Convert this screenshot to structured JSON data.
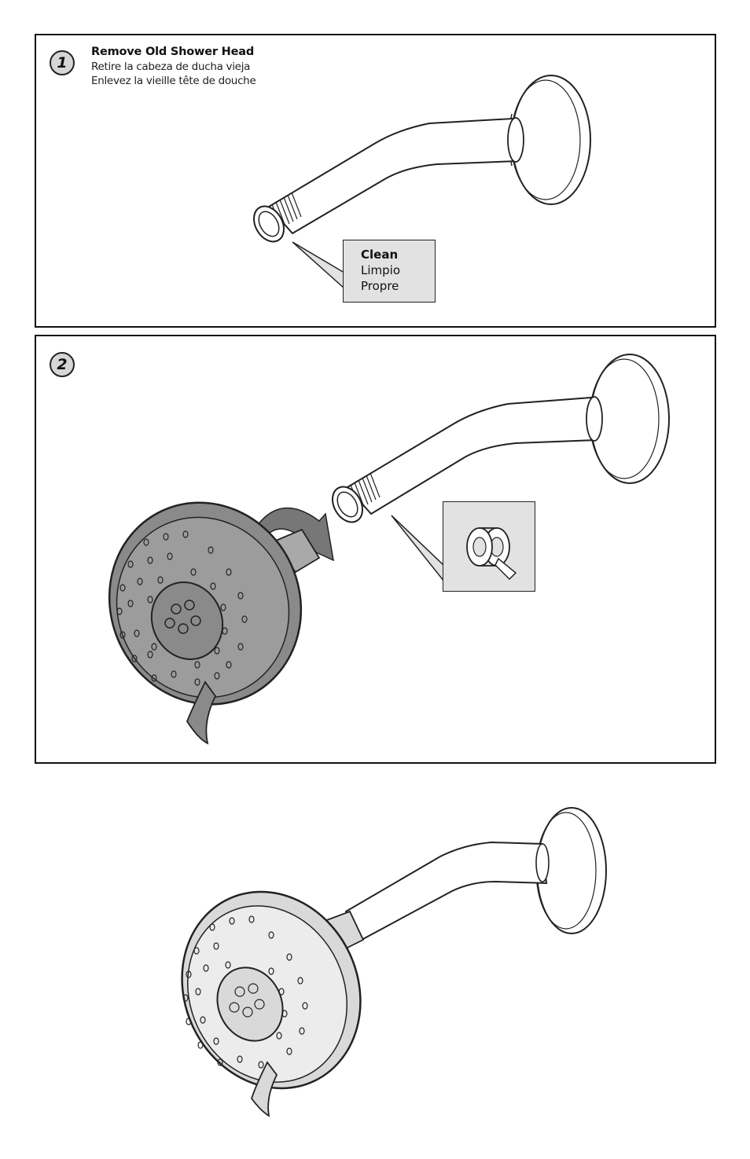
{
  "step1": {
    "number": "1",
    "title": "Remove Old Shower Head",
    "subtitle_es": "Retire la cabeza de ducha vieja",
    "subtitle_fr": "Enlevez la vieille tête de douche",
    "callout": {
      "line1": "Clean",
      "line2": "Limpio",
      "line3": "Propre"
    }
  },
  "step2": {
    "number": "2",
    "callout_icon": "thread-tape-roll-icon"
  },
  "colors": {
    "line": "#222222",
    "callout_fill": "#e2e2e2",
    "badge_fill": "#d6d6d6",
    "head_fill": "#8a8a8a",
    "head_light": "#d9d9d9"
  }
}
